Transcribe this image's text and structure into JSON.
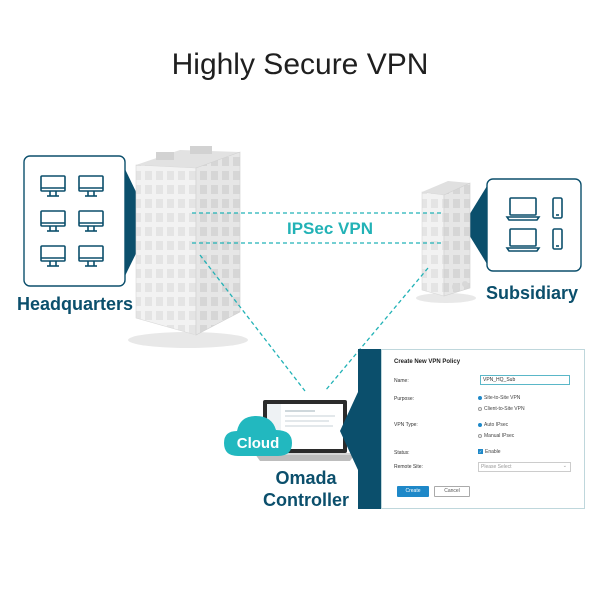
{
  "title": "Highly Secure VPN",
  "labels": {
    "headquarters": "Headquarters",
    "subsidiary": "Subsidiary",
    "ipsec": "IPSec VPN",
    "cloud": "Cloud",
    "controller_line1": "Omada",
    "controller_line2": "Controller"
  },
  "policy_dialog": {
    "title": "Create New VPN Policy",
    "name_label": "Name:",
    "name_value": "VPN_HQ_Sub",
    "purpose_label": "Purpose:",
    "purpose_options": [
      "Site-to-Site VPN",
      "Client-to-Site VPN"
    ],
    "purpose_selected": "Site-to-Site VPN",
    "vpn_type_label": "VPN Type:",
    "vpn_type_options": [
      "Auto IPsec",
      "Manual IPsec"
    ],
    "vpn_type_selected": "Auto IPsec",
    "status_label": "Status:",
    "status_option": "Enable",
    "remote_site_label": "Remote Site:",
    "remote_site_placeholder": "Please Select",
    "create_label": "Create",
    "cancel_label": "Cancel"
  },
  "colors": {
    "dark_teal": "#0b4f6c",
    "accent_teal": "#22b2b6",
    "title": "#1f1f1f"
  },
  "icons": [
    "desktop-monitor-icon",
    "laptop-icon",
    "smartphone-icon",
    "cloud-icon"
  ]
}
